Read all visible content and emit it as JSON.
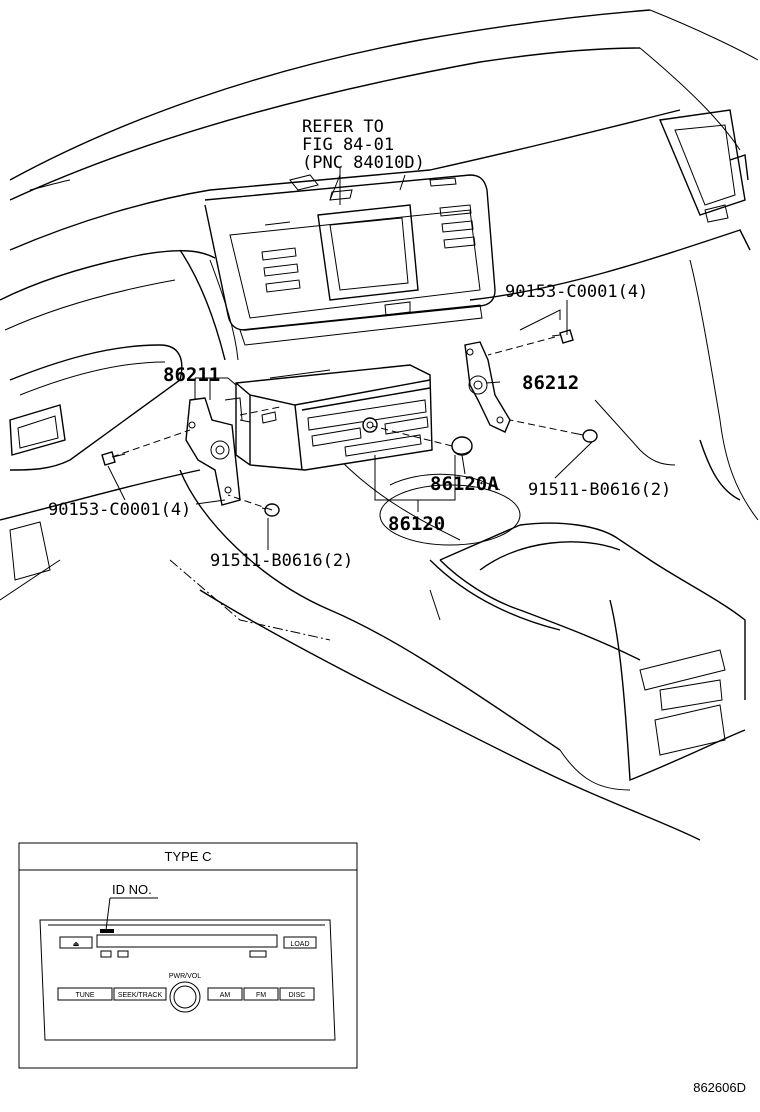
{
  "refer_note": {
    "line1": "REFER TO",
    "line2": "FIG 84-01",
    "line3": "(PNC 84010D)"
  },
  "callouts": {
    "bolt_top_right": "90153-C0001(4)",
    "bracket_right": "86212",
    "bracket_left": "86211",
    "bolt_left": "90153-C0001(4)",
    "knob": "86120A",
    "screw_right": "91511-B0616(2)",
    "radio_assy": "86120",
    "screw_bottom": "91511-B0616(2)"
  },
  "inset": {
    "title": "TYPE C",
    "id_label": "ID NO.",
    "load_button": "LOAD",
    "tune_button": "TUNE",
    "seek_button": "SEEK/TRACK",
    "am_button": "AM",
    "fm_button": "FM",
    "disc_button": "DISC",
    "knob_label": "PWR/VOL",
    "eject_symbol": "⏏"
  },
  "figure_id": "862606D"
}
